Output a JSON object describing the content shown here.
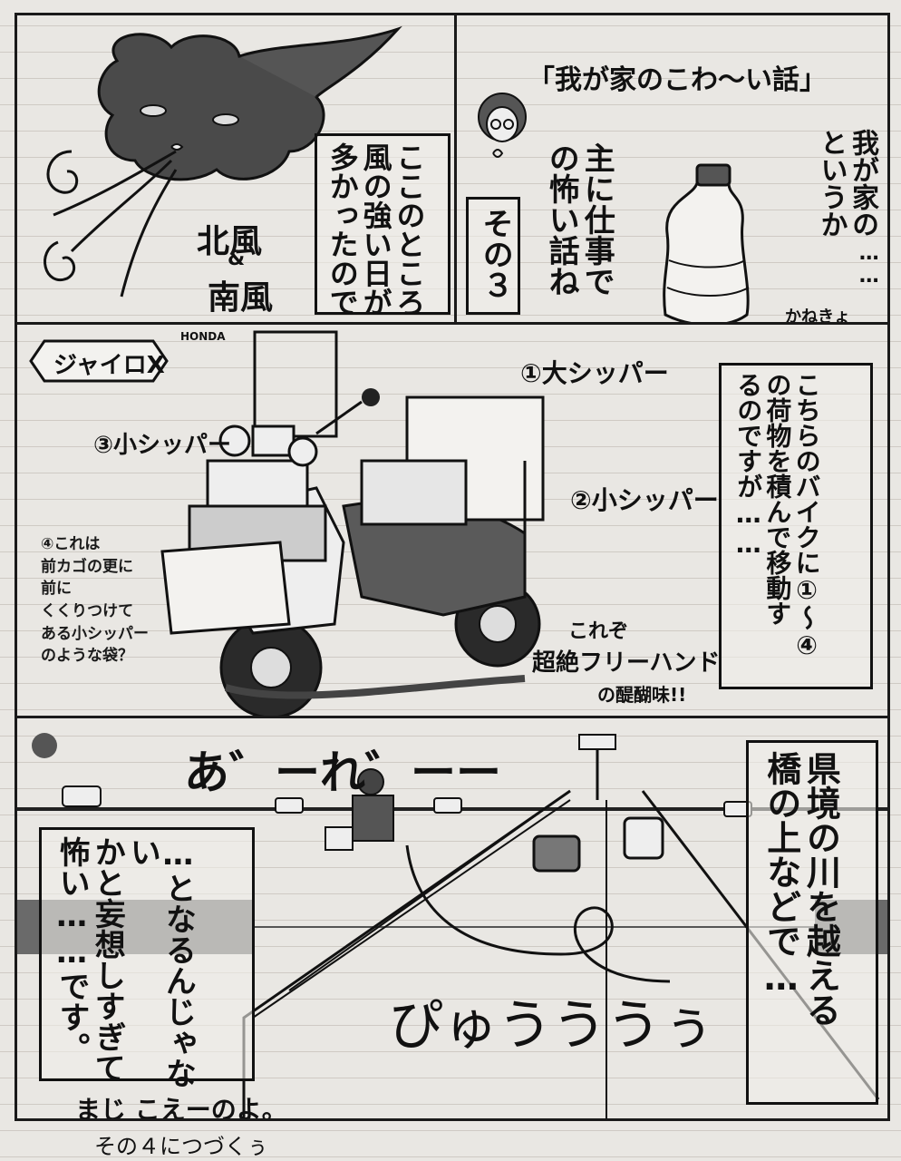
{
  "panel1": {
    "narration": [
      "ここのところ",
      "風の強い日が",
      "多かったので"
    ],
    "wind_label": [
      "北風",
      "南風"
    ],
    "amp": "&"
  },
  "panel2": {
    "title": "「我が家のこわ〜い話」",
    "subtitle": [
      "主に仕事で",
      "の怖い話ね"
    ],
    "part": "その３",
    "intro": [
      "我が家の",
      "というか"
    ],
    "ellipsis": "……",
    "brand": "かねきょ"
  },
  "panel3": {
    "bike_badge": "ジャイロX",
    "maker": "HONDA",
    "label1": "①大シッパー",
    "label2": "②小シッパー",
    "label3": "③小シッパー",
    "label4": [
      "④これは",
      "前カゴの更に",
      "前に",
      "くくりつけて",
      "ある小シッパー",
      "のような袋？"
    ],
    "narration": [
      "こちらのバイクに①〜④",
      "の荷物を積んで移動す",
      "るのですが……"
    ],
    "freehand": [
      "これぞ",
      "超絶フリーハンド",
      "の醍醐味!!"
    ]
  },
  "panel4": {
    "sfx_top": "あ゛ーれ゛ーー",
    "narration_right": [
      "県境の川を越える",
      "橋の上などで…"
    ],
    "narration_left": [
      "…となるんじゃない",
      "かと妄想しすぎて",
      "怖い……です。"
    ],
    "sfx_wind": "ぴゅうううぅ",
    "bottom_line": "まじ こえーのよ。",
    "footer": "その４につづくぅ"
  }
}
